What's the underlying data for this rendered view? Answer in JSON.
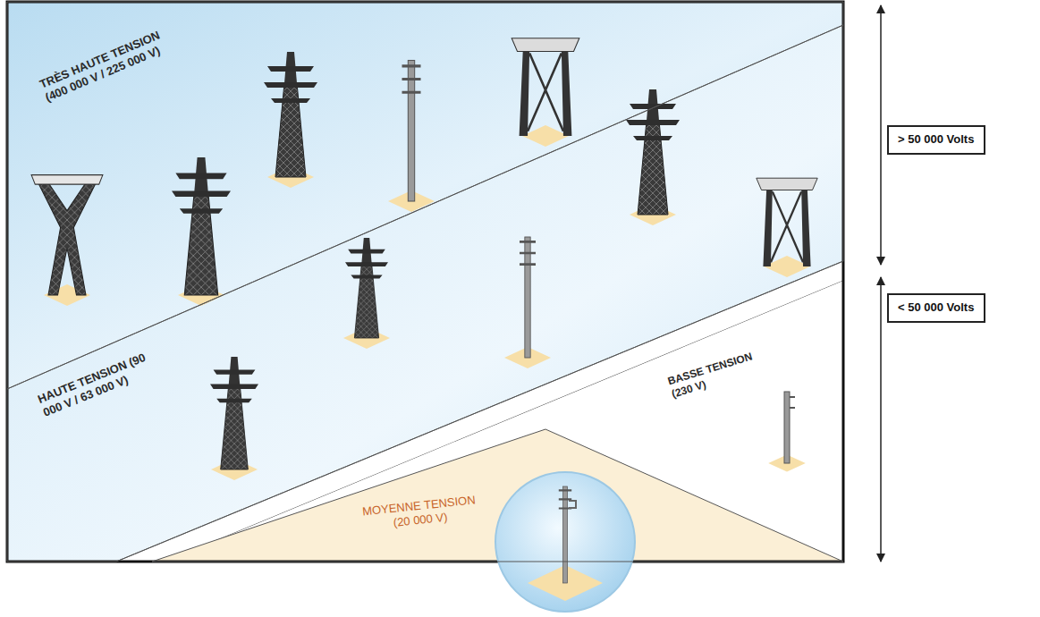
{
  "diagram": {
    "nodes": [
      {
        "text": [
          "TRÈS HAUTE TENSION (400 000 V / 225 000 V)"
        ]
      },
      {
        "text": [
          "HAUTE TENSION (90 000 V / 63 000 V)"
        ]
      },
      {
        "text": [
          "MOYENNE TENSION (20 000 V)"
        ]
      },
      {
        "text": [
          "> 50 000 Volts"
        ]
      },
      {
        "text": [
          "< 50 000 Volts"
        ]
      }
    ],
    "labels": [
      "BASSE TENSION (230 V)"
    ]
  }
}
